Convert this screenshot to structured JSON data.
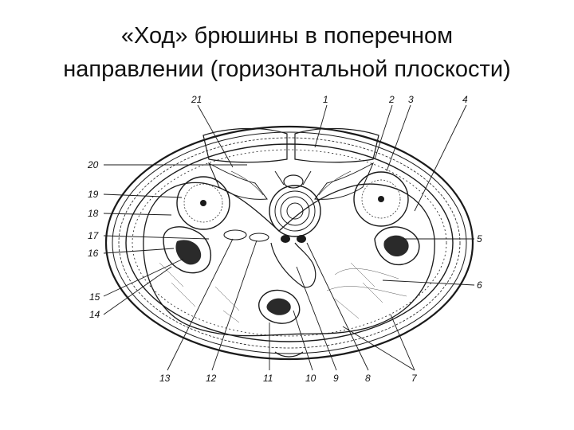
{
  "title": {
    "line1": "«Ход» брюшины в поперечном",
    "line2": "направлении (горизонтальной плоскости)"
  },
  "labels": {
    "l1": "1",
    "l2": "2",
    "l3": "3",
    "l4": "4",
    "l5": "5",
    "l6": "6",
    "l7": "7",
    "l8": "8",
    "l9": "9",
    "l10": "10",
    "l11": "11",
    "l12": "12",
    "l13": "13",
    "l14": "14",
    "l15": "15",
    "l16": "16",
    "l17": "17",
    "l18": "18",
    "l19": "19",
    "l20": "20",
    "l21": "21"
  }
}
